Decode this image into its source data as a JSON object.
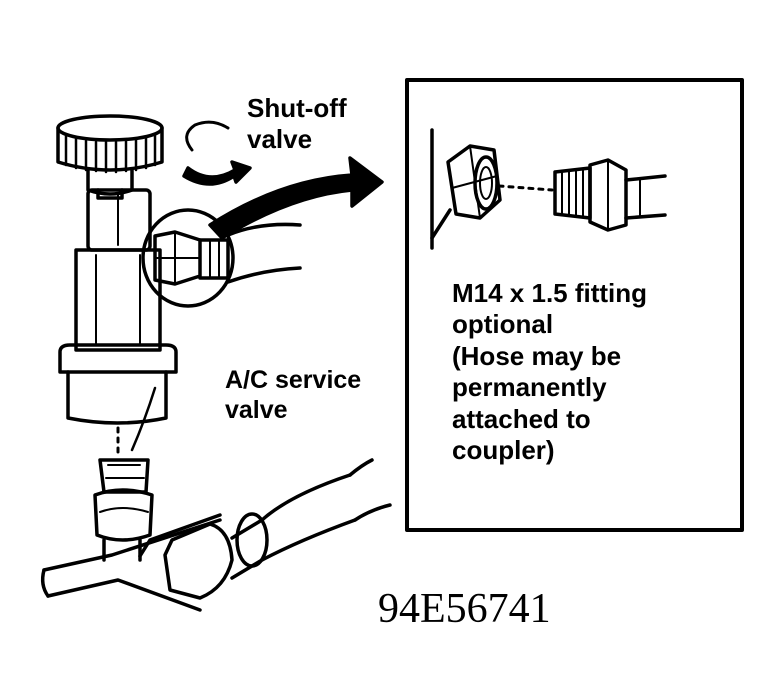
{
  "labels": {
    "shutoff_valve": "Shut-off valve",
    "ac_service_valve": "A/C service valve",
    "fitting_note_lines": [
      "M14 x 1.5 fitting",
      "optional",
      "(Hose may be",
      "permanently",
      "attached to",
      "coupler)"
    ],
    "figure_id": "94E56741"
  },
  "colors": {
    "ink": "#000000",
    "paper": "#ffffff"
  }
}
